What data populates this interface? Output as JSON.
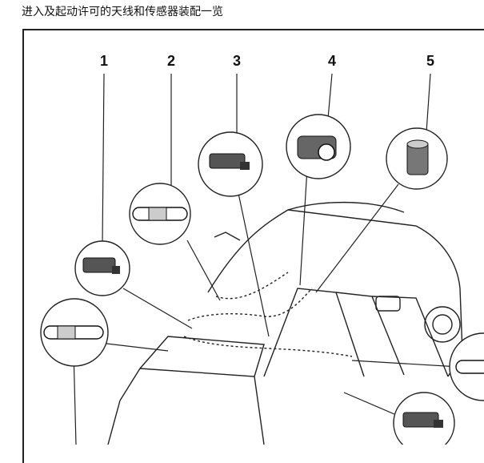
{
  "caption": "进入及起动许可的天线和传感器装配一览",
  "callouts": [
    "1",
    "2",
    "3",
    "4",
    "5"
  ],
  "icons": {
    "antenna_module": "antenna-module-icon",
    "door_handle": "door-handle-icon",
    "start_button": "start-button-icon",
    "ignition_lock": "ignition-lock-icon",
    "vehicle": "vehicle-illustration"
  }
}
